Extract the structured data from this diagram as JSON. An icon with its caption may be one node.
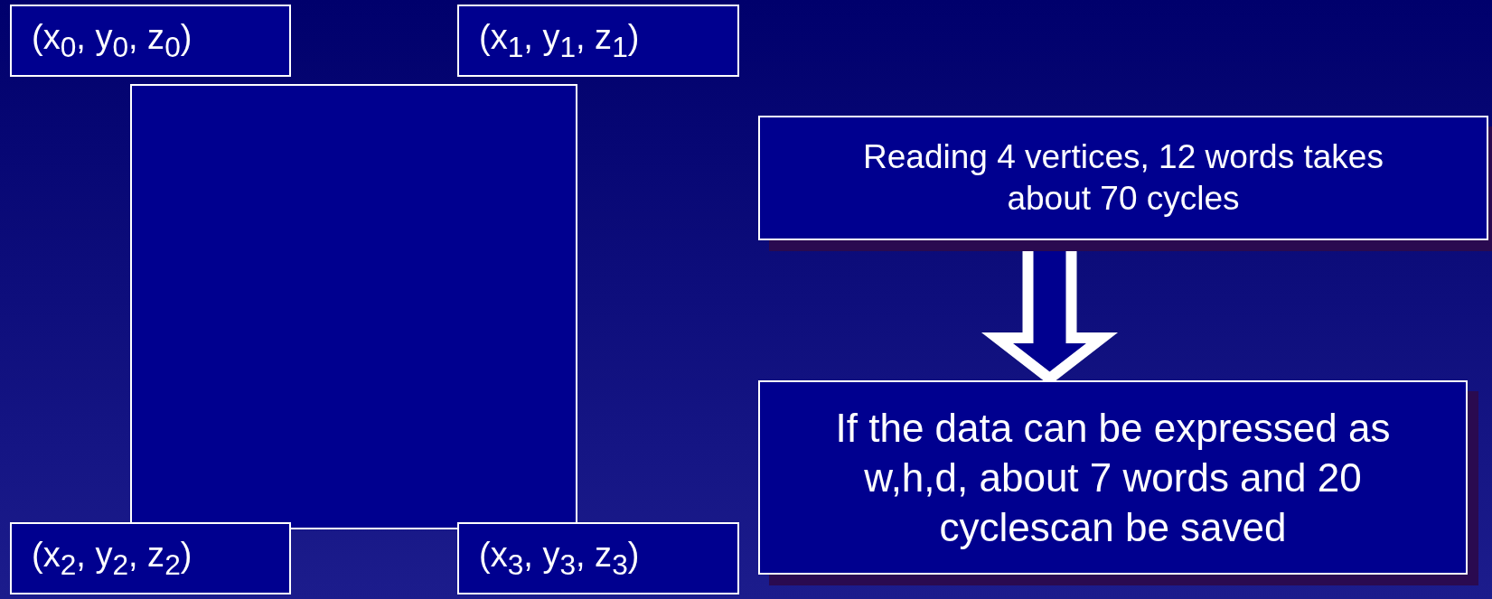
{
  "diagram": {
    "nodes": [
      {
        "text": [
          "(x$_{0}$, y$_{0}$, z$_{0}$)"
        ]
      },
      {
        "text": [
          "(x$_{1}$, y$_{1}$, z$_{1}$)"
        ]
      },
      {
        "text": [],
        "shape": "box"
      },
      {
        "text": [
          "Reading 4 vertices, 12 words takes about 70 cycles"
        ]
      },
      {
        "text": [
          "If the data can be expressed as w,h,d, about 7 words and 20 cyclescan be saved"
        ]
      },
      {
        "text": [
          "(x$_{2}$, y$_{2}$, z$_{2}$)"
        ]
      },
      {
        "text": [
          "(x$_{3}$, y$_{3}$, z$_{3}$)"
        ]
      }
    ],
    "edges": [
      {
        "from": 3,
        "to": 4,
        "arrow": "to"
      }
    ]
  }
}
